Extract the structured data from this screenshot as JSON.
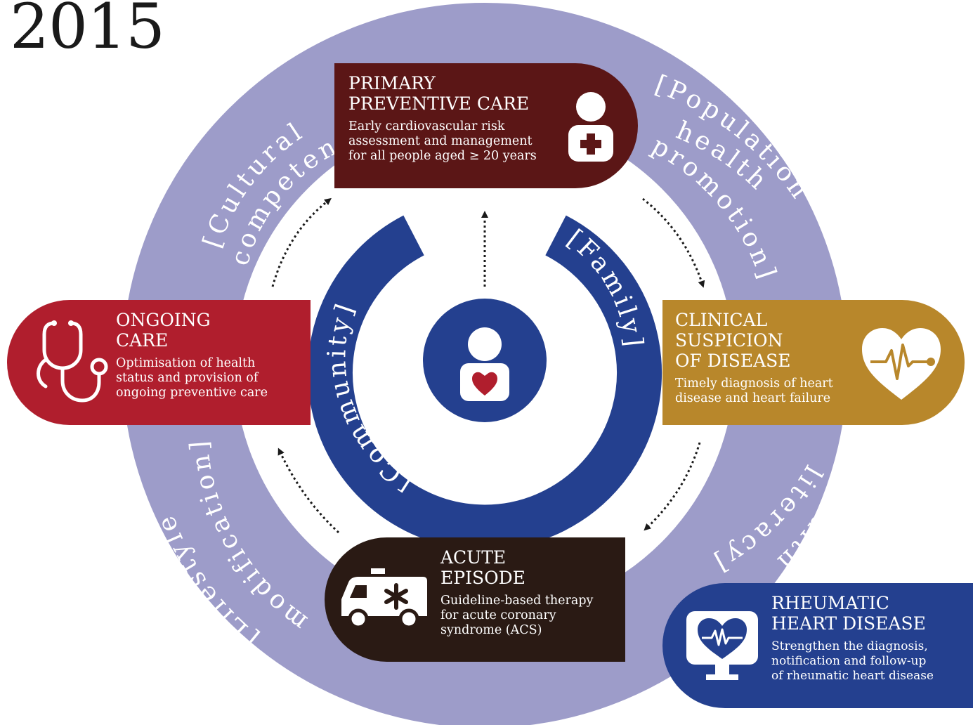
{
  "year": "2015",
  "colors": {
    "outer_ring": "#9d9cc9",
    "inner_ring": "#24408f",
    "primary_card": "#5b1616",
    "clinical_card": "#b8872b",
    "ongoing_card": "#b01e2d",
    "acute_card": "#2a1a14",
    "rheumatic_card": "#24408f",
    "arrow": "#1a1a1a",
    "heart": "#b01e2d"
  },
  "outer_ring_labels": {
    "cultural_1": "[Cultural",
    "cultural_2": "competency]",
    "population_1": "[Population",
    "population_2": "health",
    "population_3": "promotion]",
    "health_1": "[Health",
    "health_2": "literacy]",
    "lifestyle_1": "[Lifestyle",
    "lifestyle_2": "modification]"
  },
  "inner_ring_labels": {
    "community": "[Community]",
    "family": "[Family]"
  },
  "cards": {
    "primary": {
      "title_1": "PRIMARY",
      "title_2": "PREVENTIVE CARE",
      "desc_1": "Early cardiovascular risk",
      "desc_2": "assessment and management",
      "desc_3": "for all people aged ≥ 20 years",
      "icon": "doctor-icon"
    },
    "clinical": {
      "title_1": "CLINICAL",
      "title_2": "SUSPICION",
      "title_3": "OF DISEASE",
      "desc_1": "Timely diagnosis of heart",
      "desc_2": "disease and heart failure",
      "icon": "heartbeat-icon"
    },
    "ongoing": {
      "title_1": "ONGOING",
      "title_2": "CARE",
      "desc_1": "Optimisation of health",
      "desc_2": "status and provision of",
      "desc_3": "ongoing preventive care",
      "icon": "stethoscope-icon"
    },
    "acute": {
      "title_1": "ACUTE",
      "title_2": "EPISODE",
      "desc_1": "Guideline-based therapy",
      "desc_2": "for acute coronary",
      "desc_3": "syndrome (ACS)",
      "icon": "ambulance-icon"
    },
    "rheumatic": {
      "title_1": "RHEUMATIC",
      "title_2": "HEART DISEASE",
      "desc_1": "Strengthen the diagnosis,",
      "desc_2": "notification and follow-up",
      "desc_3": "of rheumatic heart disease",
      "icon": "heart-monitor-icon"
    }
  },
  "center_icon": "person-heart-icon"
}
